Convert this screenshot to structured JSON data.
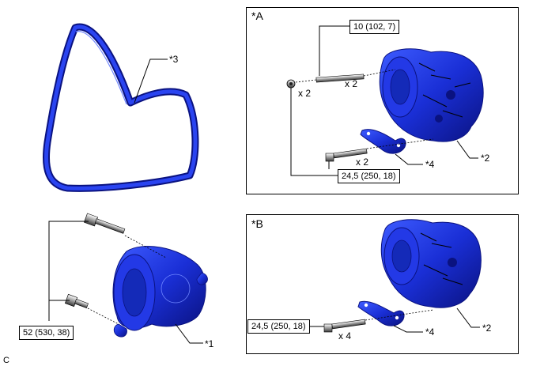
{
  "panels": {
    "a_label": "*A",
    "b_label": "*B"
  },
  "callouts": {
    "c1": "*1",
    "c2a": "*2",
    "c2b": "*2",
    "c3": "*3",
    "c4a": "*4",
    "c4b": "*4"
  },
  "torques": {
    "t_a_top": "10 (102, 7)",
    "t_a_bottom": "24,5 (250, 18)",
    "t_b": "24,5 (250, 18)",
    "t_left": "52 (530, 38)"
  },
  "quantities": {
    "q_a_nut": "x 2",
    "q_a_stud": "x 2",
    "q_a_bolt": "x 2",
    "q_b_bolt": "x 4"
  },
  "corner_code": "C",
  "colors": {
    "part_blue": "#1a2fd6",
    "part_dark": "#0a1280",
    "part_light": "#4a66ff"
  }
}
